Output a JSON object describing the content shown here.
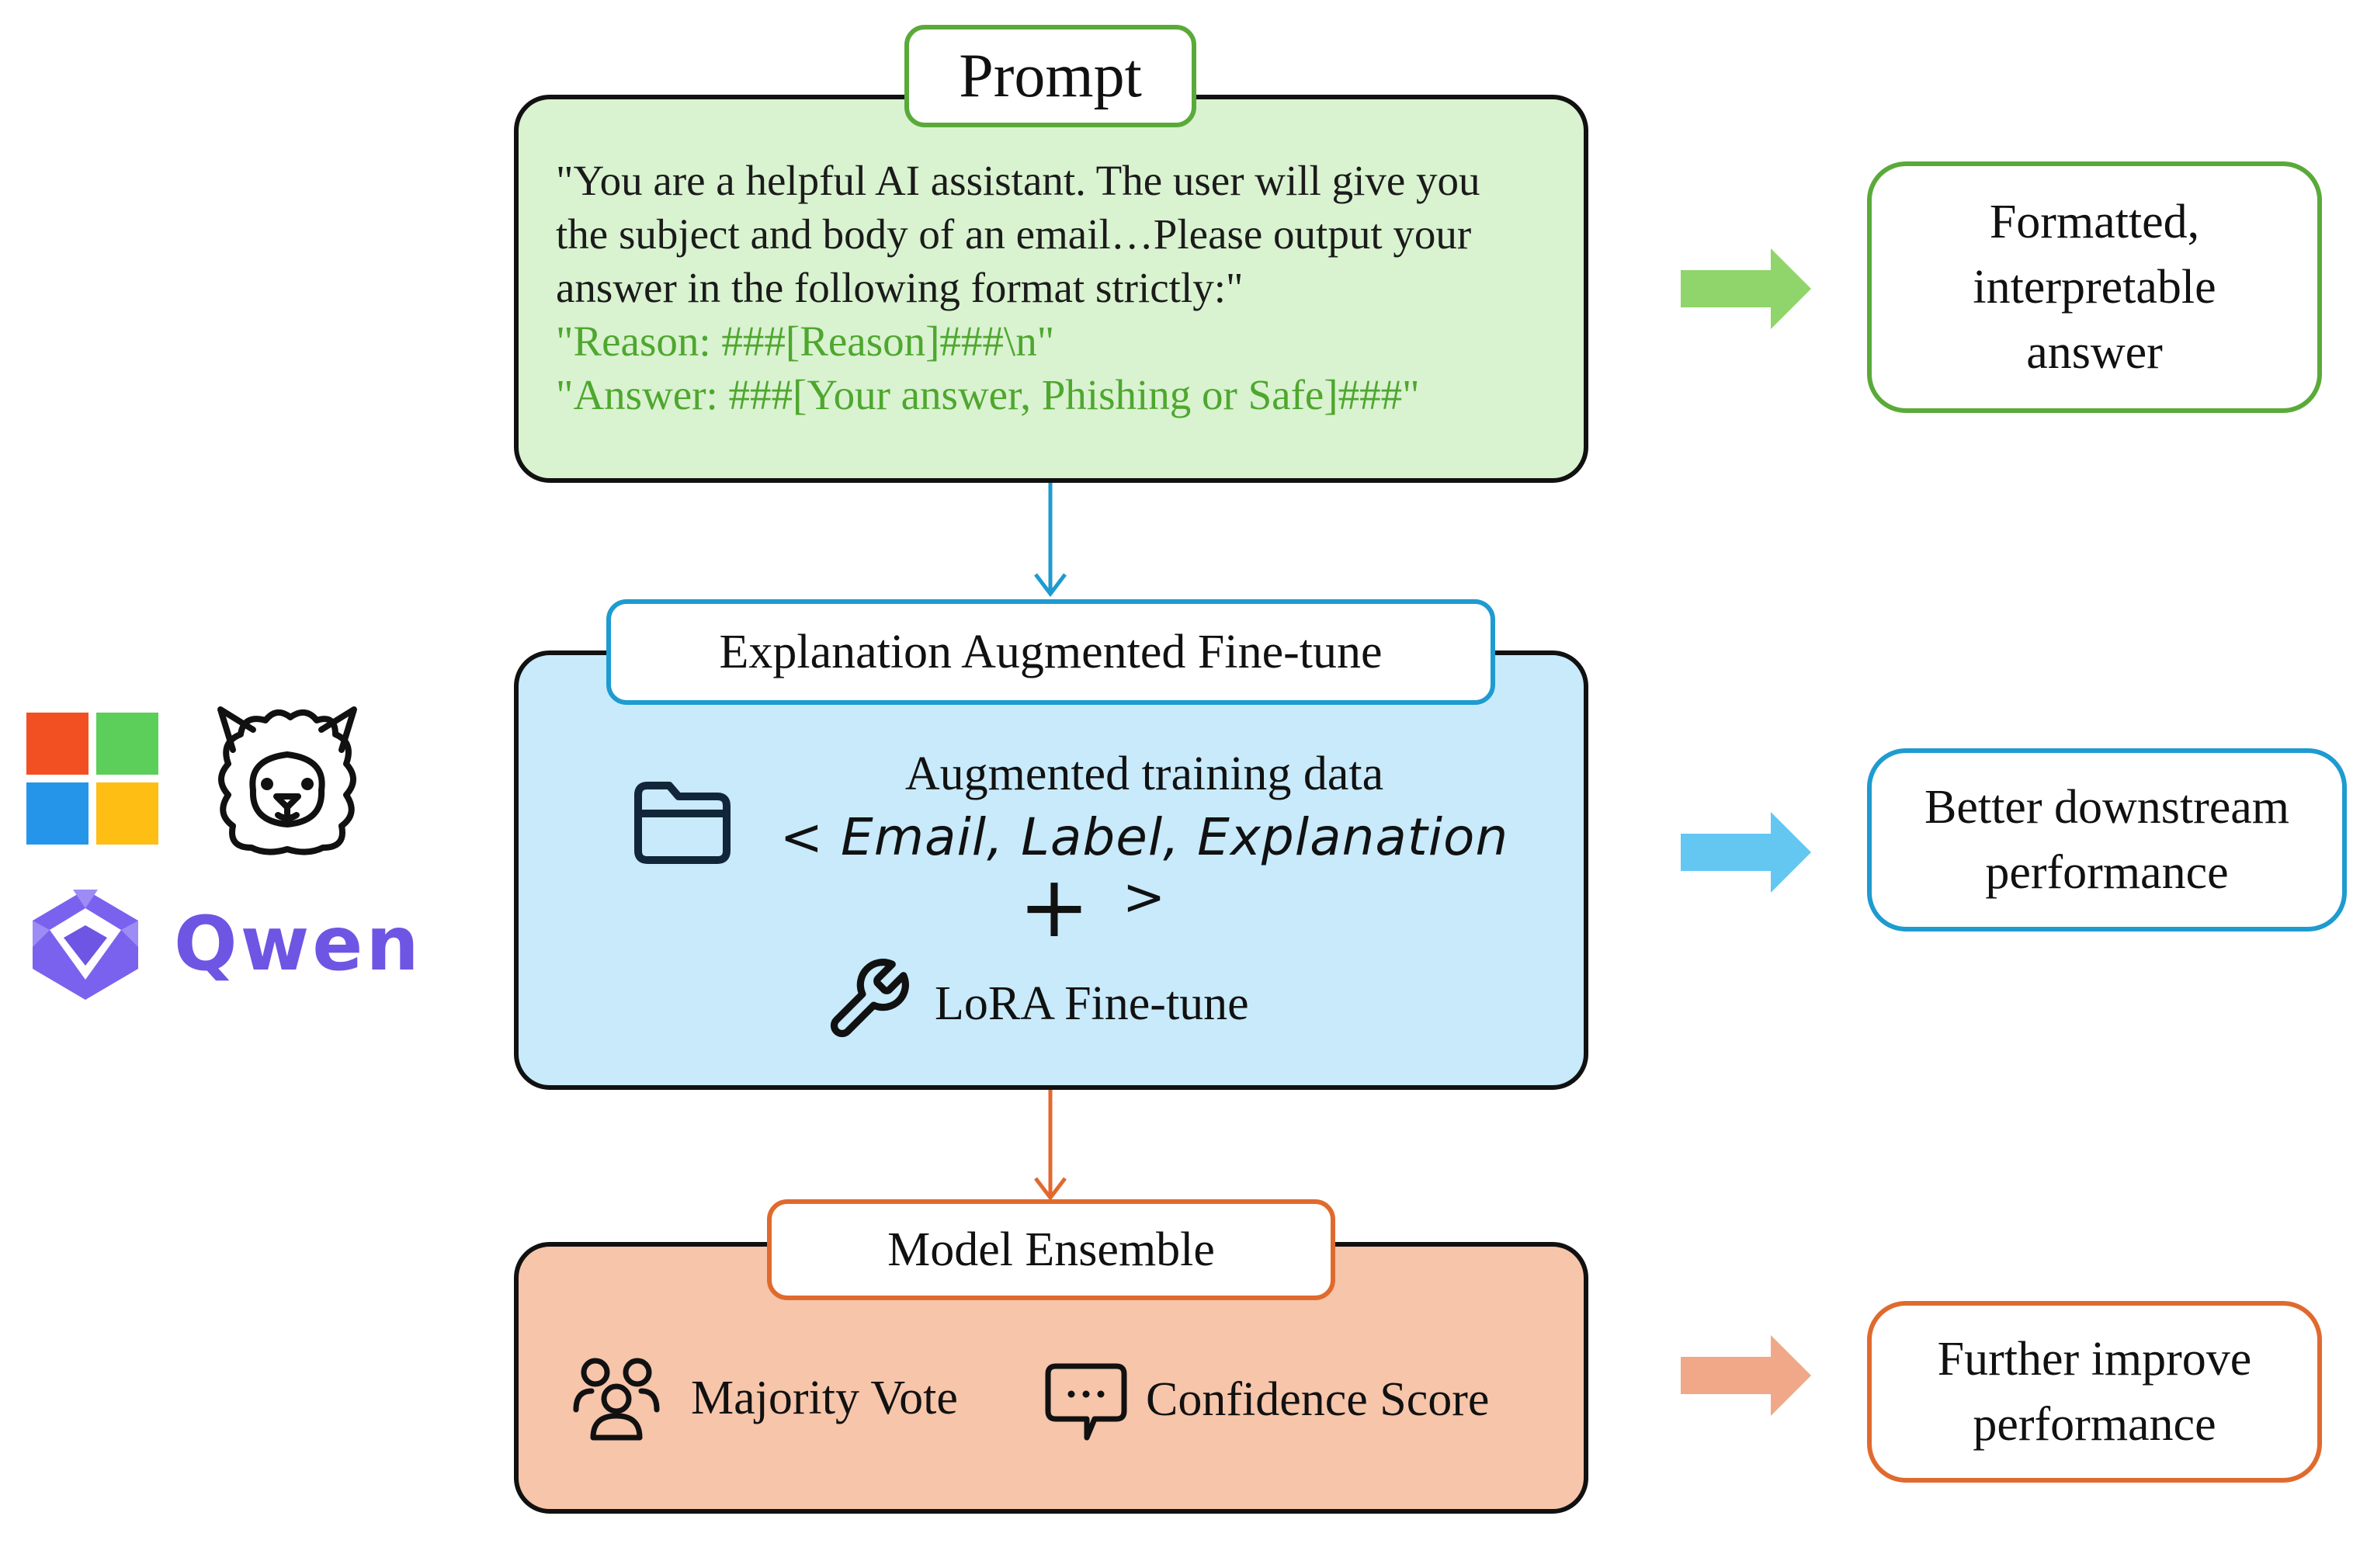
{
  "prompt": {
    "title": "Prompt",
    "text_lines": [
      "\"You are a helpful AI assistant. The user will give you",
      "the subject and body of an email…Please output your",
      "answer in the following format strictly:\""
    ],
    "format_lines": [
      "\"Reason: ###[Reason]###\\n\"",
      "\"Answer: ###[Your answer, Phishing or Safe]###\""
    ],
    "outcome_lines": [
      "Formatted,",
      "interpretable",
      "answer"
    ]
  },
  "finetune": {
    "title": "Explanation Augmented Fine-tune",
    "data_label": "Augmented training data",
    "data_tuple": "< Email, Label, Explanation >",
    "plus": "+",
    "lora_label": "LoRA Fine-tune",
    "outcome_lines": [
      "Better downstream",
      "performance"
    ]
  },
  "ensemble": {
    "title": "Model Ensemble",
    "vote_label": "Majority Vote",
    "confidence_label": "Confidence Score",
    "outcome_lines": [
      "Further improve",
      "performance"
    ]
  },
  "models": {
    "qwen_label": "Qwen"
  },
  "colors": {
    "green_border": "#5aaa3a",
    "green_fill": "#d9f2d0",
    "green_text": "#4ea72e",
    "blue_border": "#1e9bd0",
    "blue_fill": "#c8eafa",
    "orange_border": "#e06a2e",
    "orange_fill": "#f6c5aa",
    "arrow_green": "#8fd56b",
    "arrow_blue": "#63c7f2",
    "arrow_orange": "#f0a888",
    "qwen": "#6f55e3"
  }
}
